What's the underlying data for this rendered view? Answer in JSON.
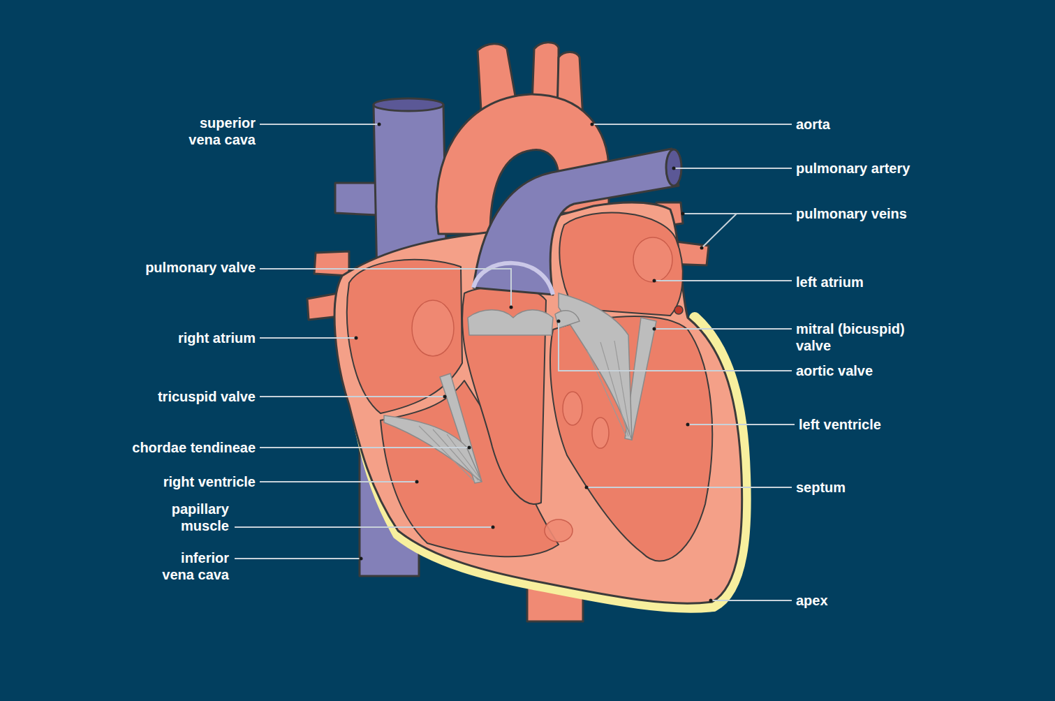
{
  "diagram": {
    "labels": [
      "superior vena cava",
      "pulmonary valve",
      "right atrium",
      "tricuspid valve",
      "chordae tendineae",
      "right ventricle",
      "papillary muscle",
      "inferior vena cava",
      "aorta",
      "pulmonary artery",
      "pulmonary veins",
      "left atrium",
      "mitral (bicuspid) valve",
      "aortic valve",
      "left ventricle",
      "septum",
      "apex"
    ]
  }
}
